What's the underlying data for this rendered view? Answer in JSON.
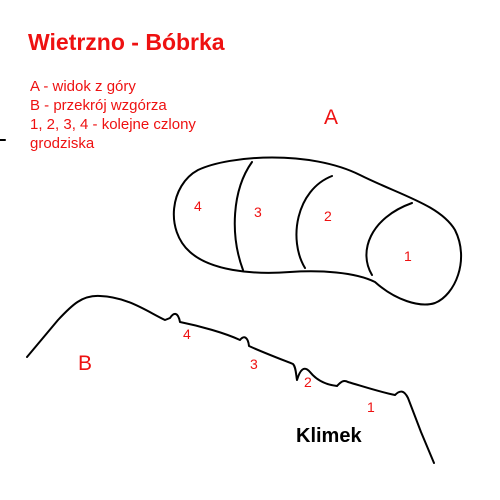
{
  "title": "Wietrzno - Bóbrka",
  "legend": {
    "line_a": "A - widok z góry",
    "line_b": "B - przekrój wzgórza",
    "line_c": "1, 2, 3, 4 - kolejne czlony",
    "line_d": "grodziska"
  },
  "top_view": {
    "label": "A",
    "sections": [
      "4",
      "3",
      "2",
      "1"
    ]
  },
  "cross_section": {
    "label": "B",
    "sections": [
      "4",
      "3",
      "2",
      "1"
    ],
    "place_name": "Klimek"
  },
  "colors": {
    "text_accent": "#ee1111",
    "ink": "#000000",
    "background": "#ffffff"
  }
}
